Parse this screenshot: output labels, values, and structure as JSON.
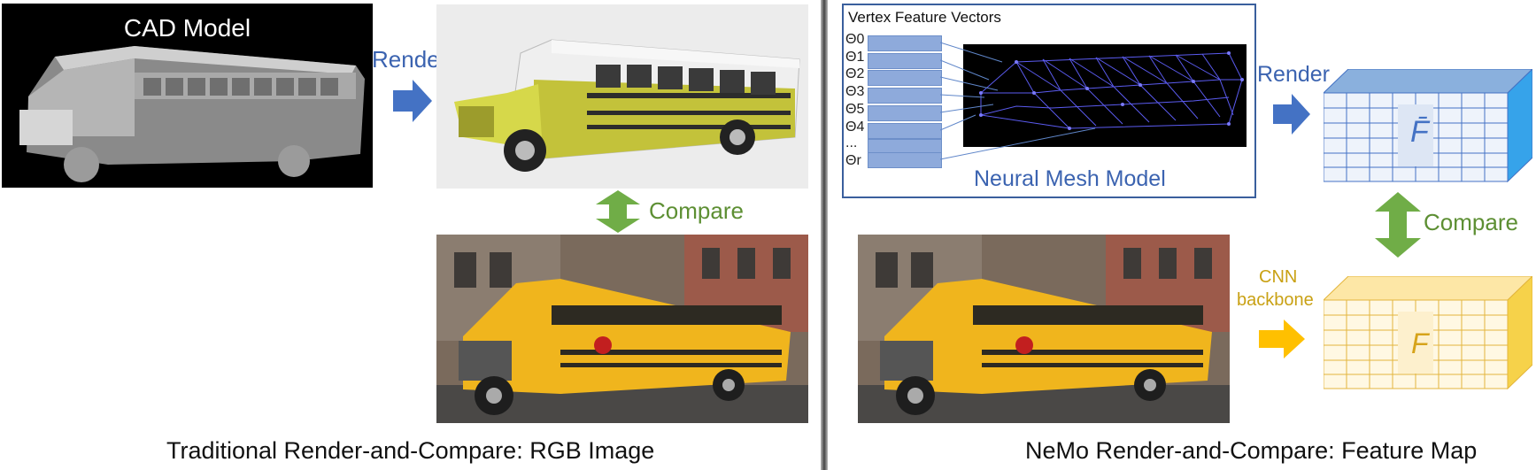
{
  "left": {
    "cad_title": "CAD Model",
    "render_label": "Render",
    "compare_label": "Compare",
    "caption": "Traditional Render-and-Compare: RGB Image"
  },
  "right": {
    "vertex_title": "Vertex Feature Vectors",
    "thetas": [
      "Θ0",
      "Θ1",
      "Θ2",
      "Θ3",
      "Θ5",
      "Θ4",
      "...",
      "Θr"
    ],
    "mesh_label": "Neural Mesh Model",
    "render_label": "Render",
    "compare_label": "Compare",
    "cnn_label_1": "CNN",
    "cnn_label_2": "backbone",
    "feature_rendered": "F̄",
    "feature_real": "F",
    "caption": "NeMo Render-and-Compare: Feature Map"
  },
  "colors": {
    "render_arrow": "#4472c4",
    "compare_arrow": "#70ad47",
    "cnn_arrow": "#ffc000",
    "blue_box": "#4472c4",
    "gold_box": "#ffc000"
  },
  "icons": [
    "right-arrow-icon",
    "double-vertical-arrow-icon"
  ]
}
